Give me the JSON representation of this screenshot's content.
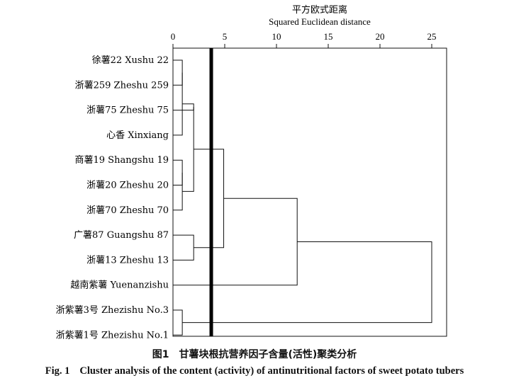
{
  "figure": {
    "axis_title_cn": "平方欧式距离",
    "axis_title_en": "Squared Euclidean distance",
    "ticks": [
      "0",
      "5",
      "10",
      "15",
      "20",
      "25"
    ],
    "leaves": [
      "徐薯22 Xushu 22",
      "浙薯259 Zheshu 259",
      "浙薯75 Zheshu 75",
      "心香 Xinxiang",
      "商薯19 Shangshu 19",
      "浙薯20 Zheshu 20",
      "浙薯70 Zheshu 70",
      "广薯87 Guangshu 87",
      "浙薯13 Zheshu 13",
      "越南紫薯 Yuenanzishu",
      "浙紫薯3号 Zhezishu No.3",
      "浙紫薯1号 Zhezishu No.1"
    ],
    "caption_cn_num": "图1",
    "caption_cn_text": "甘薯块根抗营养因子含量(活性)聚类分析",
    "caption_en_num": "Fig. 1",
    "caption_en_text": "Cluster analysis of the content (activity) of antinutritional factors of sweet potato tubers"
  },
  "chart_data": {
    "type": "dendrogram",
    "x_axis": {
      "label": "Squared Euclidean distance",
      "range": [
        0,
        27
      ],
      "ticks": [
        0,
        5,
        10,
        15,
        20,
        25
      ]
    },
    "merges": [
      {
        "a": "徐薯22 Xushu 22",
        "b": "浙薯259 Zheshu 259",
        "distance": 0.9
      },
      {
        "a": "商薯19 Shangshu 19",
        "b": "浙薯20 Zheshu 20",
        "distance": 0.9
      },
      {
        "a": "[商薯19, 浙薯20]",
        "b": "浙薯70 Zheshu 70",
        "distance": 0.9
      },
      {
        "a": "[徐薯22, 浙薯259]",
        "b": "心香 Xinxiang",
        "distance": 0.9
      },
      {
        "a": "浙紫薯3号 Zhezishu No.3",
        "b": "浙紫薯1号 Zhezishu No.1",
        "distance": 0.9
      },
      {
        "a": "[徐薯22, 浙薯259, 心香]",
        "b": "浙薯75 Zheshu 75",
        "distance": 2.0
      },
      {
        "a": "广薯87 Guangshu 87",
        "b": "浙薯13 Zheshu 13",
        "distance": 2.0
      },
      {
        "a": "[徐薯22 … 浙薯75]",
        "b": "[商薯19, 浙薯20, 浙薯70]",
        "distance": 2.0
      },
      {
        "a": "[徐薯22 … 浙薯70]",
        "b": "[广薯87, 浙薯13]",
        "distance": 4.9
      },
      {
        "a": "[徐薯22 … 浙薯13]",
        "b": "越南紫薯 Yuenanzishu",
        "distance": 12.0
      },
      {
        "a": "[徐薯22 … 越南紫薯]",
        "b": "[浙紫薯3号, 浙紫薯1号]",
        "distance": 25.0
      }
    ],
    "threshold_line": 3.7
  }
}
